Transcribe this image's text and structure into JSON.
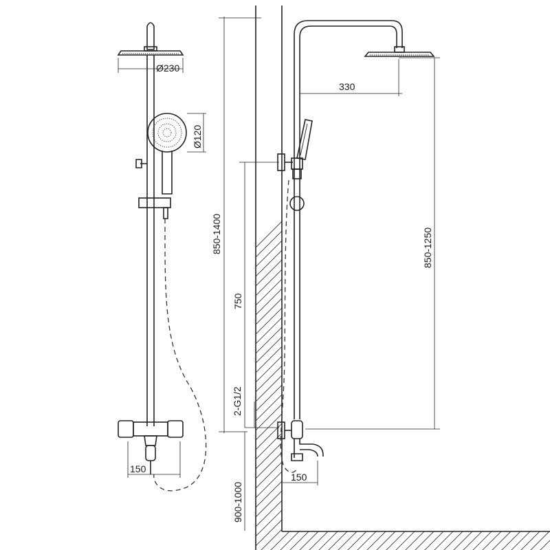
{
  "dimensions": {
    "overhead_shower_diameter": "Ø230",
    "hand_shower_diameter": "Ø120",
    "total_height_range": "850-1400",
    "arm_reach": "330",
    "outlet_spacing_front": "150",
    "outlet_spacing_side": "150",
    "bracket_height": "750",
    "inlet_thread": "2-G1/2",
    "mixer_height": "900-1000",
    "shower_height": "850-1250"
  },
  "colors": {
    "line": "#222222",
    "background": "#ffffff"
  }
}
